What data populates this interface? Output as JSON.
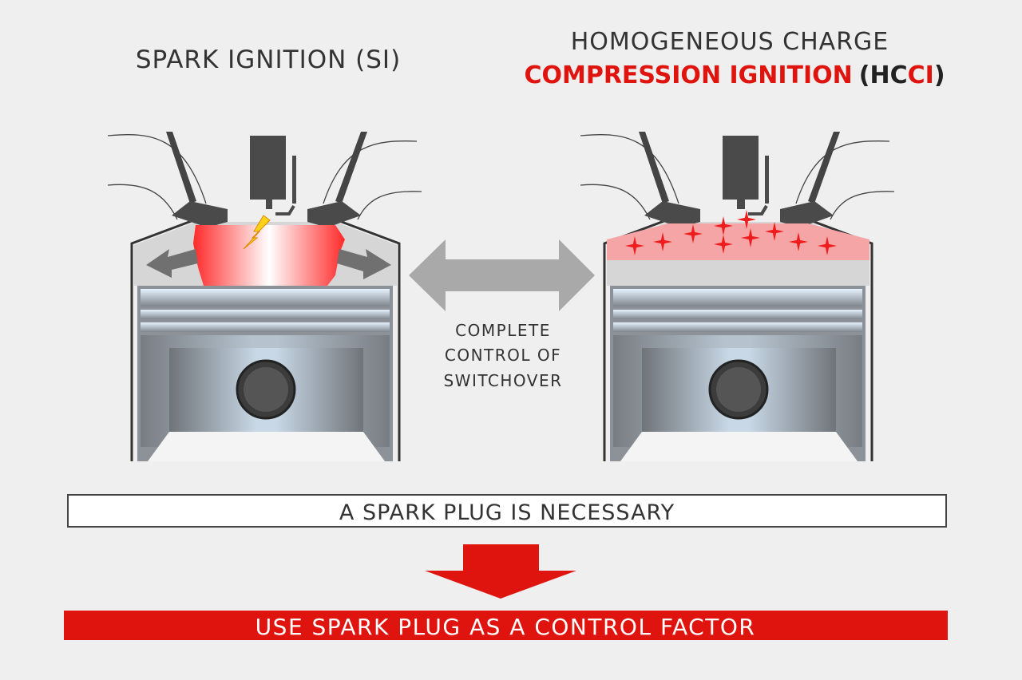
{
  "titles": {
    "si": "SPARK IGNITION (SI)",
    "hcci_line1": "HOMOGENEOUS CHARGE",
    "hcci_line2_red": "COMPRESSION IGNITION",
    "hcci_paren_open": "(HC",
    "hcci_ci": "CI",
    "hcci_paren_close": ")"
  },
  "middle": {
    "line1": "COMPLETE",
    "line2": "CONTROL OF",
    "line3": "SWITCHOVER"
  },
  "statement_box": "A SPARK PLUG IS NECESSARY",
  "conclusion_bar": "USE SPARK PLUG AS A CONTROL FACTOR",
  "colors": {
    "accent_red": "#e0140f",
    "text_dark": "#333333",
    "background": "#efefef"
  }
}
